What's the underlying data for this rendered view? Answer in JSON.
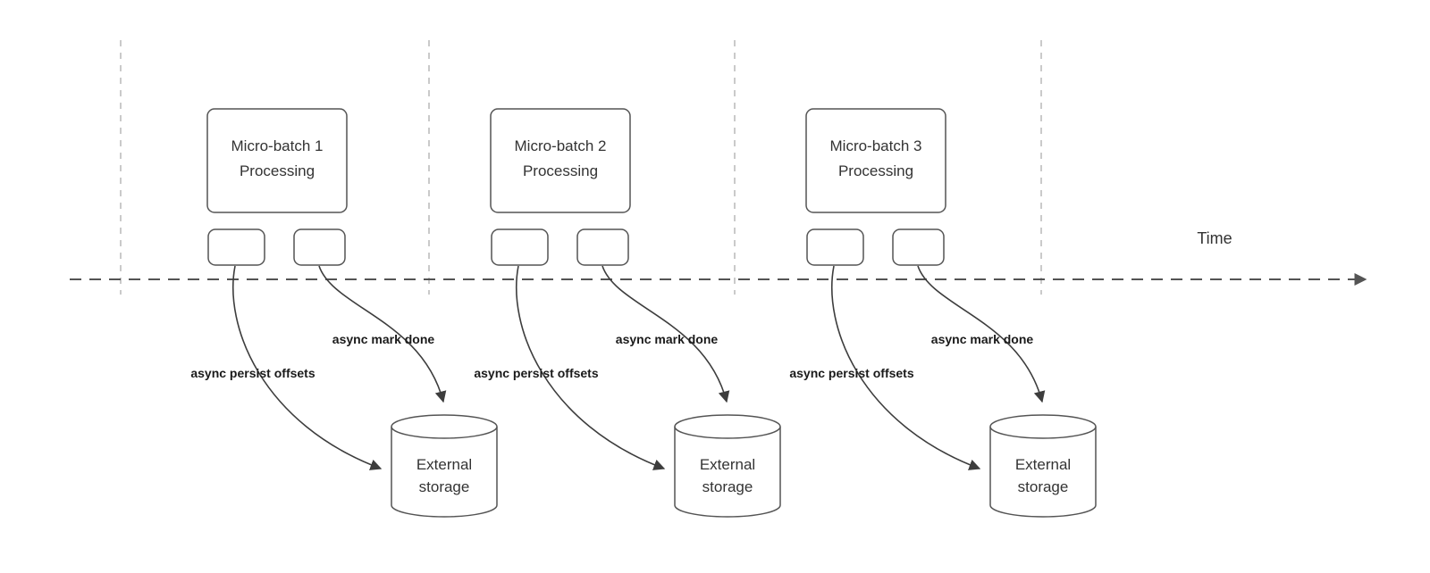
{
  "diagram": {
    "time_label": "Time",
    "colors": {
      "shape_stroke": "#545454",
      "guide_line": "#b8b8b8",
      "arrow": "#3d3d3d",
      "text": "#333333",
      "label_text": "#1a1a1a",
      "background": "#ffffff"
    },
    "groups": [
      {
        "title_line1": "Micro-batch 1",
        "title_line2": "Processing",
        "persist_label": "async persist offsets",
        "mark_label": "async mark done",
        "storage_line1": "External",
        "storage_line2": "storage"
      },
      {
        "title_line1": "Micro-batch 2",
        "title_line2": "Processing",
        "persist_label": "async persist offsets",
        "mark_label": "async mark done",
        "storage_line1": "External",
        "storage_line2": "storage"
      },
      {
        "title_line1": "Micro-batch 3",
        "title_line2": "Processing",
        "persist_label": "async persist offsets",
        "mark_label": "async mark done",
        "storage_line1": "External",
        "storage_line2": "storage"
      }
    ]
  }
}
